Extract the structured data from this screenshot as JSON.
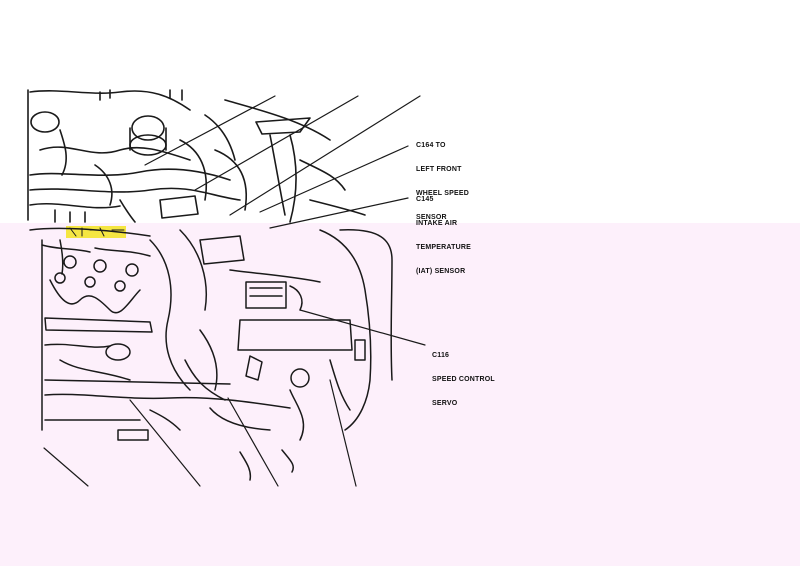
{
  "colors": {
    "background": "#ffffff",
    "pink_region": "#fdf0fb",
    "linework": "#1a1a1a",
    "highlight": "#f5e642"
  },
  "callouts": [
    {
      "id": "c164",
      "lines": [
        "C164 TO",
        "LEFT FRONT",
        "WHEEL SPEED",
        "SENSOR"
      ]
    },
    {
      "id": "c145",
      "lines": [
        "C145",
        "INTAKE AIR",
        "TEMPERATURE",
        "(IAT) SENSOR"
      ]
    },
    {
      "id": "c116",
      "lines": [
        "C116",
        "SPEED CONTROL",
        "SERVO"
      ]
    }
  ]
}
